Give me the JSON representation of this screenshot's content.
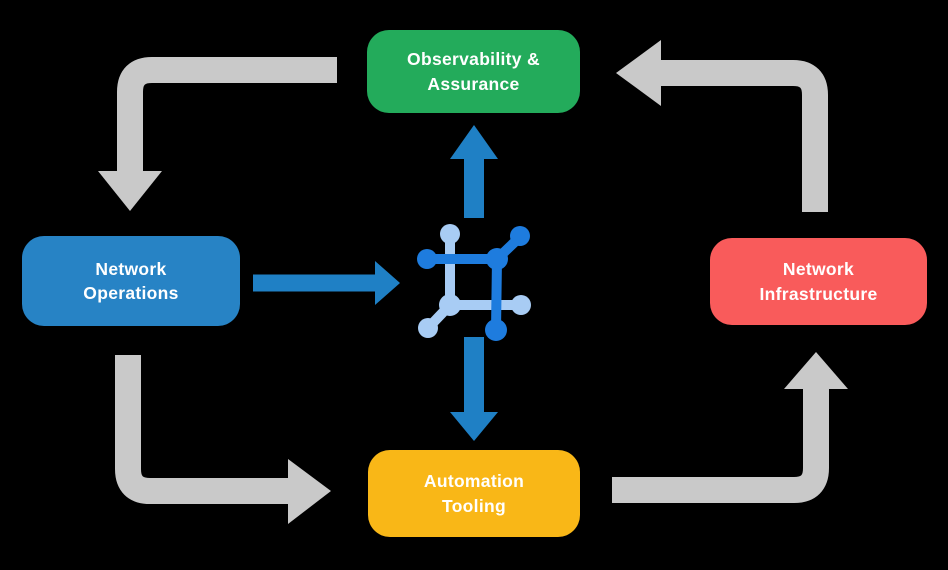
{
  "canvas": {
    "background": "#000000"
  },
  "colors": {
    "arrow_gray": "#C9C9C9",
    "arrow_blue": "#1F80C5",
    "icon_dark_blue": "#1E7CDE",
    "icon_light_blue": "#A8CCF4",
    "text_white": "#FFFFFF"
  },
  "nodes": {
    "observability": {
      "label": "Observability &\nAssurance",
      "color": "#23AB5B"
    },
    "operations": {
      "label": "Network\nOperations",
      "color": "#2783C5"
    },
    "infrastructure": {
      "label": "Network\nInfrastructure",
      "color": "#F95B5B"
    },
    "automation": {
      "label": "Automation\nTooling",
      "color": "#F9B717"
    }
  },
  "center_icon": {
    "name": "network-mesh-icon"
  },
  "flows": [
    {
      "from": "observability-assurance",
      "to": "network-operations",
      "style": "gray",
      "direction": "down"
    },
    {
      "from": "network-operations",
      "to": "automation-tooling",
      "style": "gray",
      "direction": "right"
    },
    {
      "from": "automation-tooling",
      "to": "network-infrastructure",
      "style": "gray",
      "direction": "up"
    },
    {
      "from": "network-infrastructure",
      "to": "observability-assurance",
      "style": "gray",
      "direction": "left"
    },
    {
      "from": "network-operations",
      "to": "center-icon",
      "style": "blue",
      "direction": "right"
    },
    {
      "from": "center-icon",
      "to": "observability-assurance",
      "style": "blue",
      "direction": "up"
    },
    {
      "from": "center-icon",
      "to": "automation-tooling",
      "style": "blue",
      "direction": "down"
    }
  ]
}
